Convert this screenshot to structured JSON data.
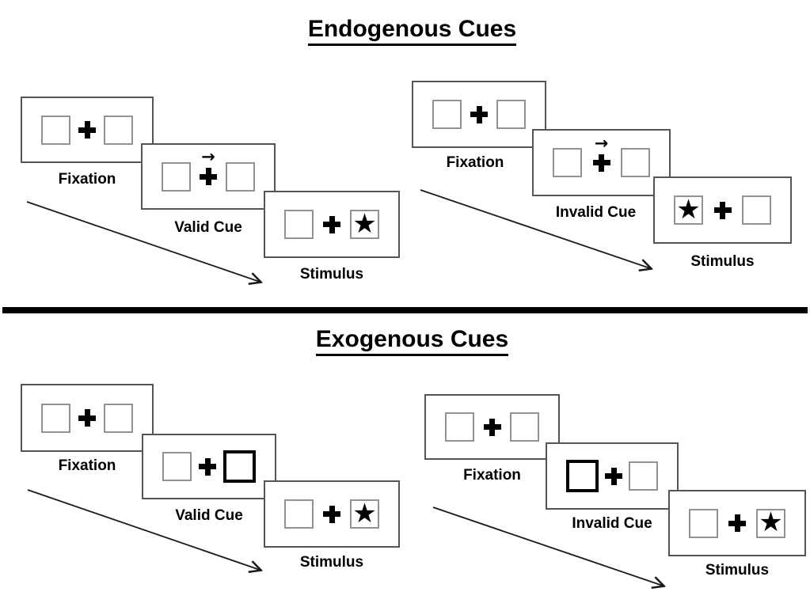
{
  "titles": {
    "endogenous": "Endogenous Cues",
    "exogenous": "Exogenous Cues"
  },
  "labels": {
    "fixation": "Fixation",
    "valid_cue": "Valid Cue",
    "invalid_cue": "Invalid Cue",
    "stimulus": "Stimulus"
  },
  "symbols": {
    "plus": "✚",
    "star": "★",
    "cue_arrow": "→"
  },
  "colors": {
    "background": "#ffffff",
    "panel_border": "#555555",
    "box_border": "#929292",
    "cue_highlight_border": "#000000",
    "divider": "#000000",
    "text": "#000000"
  },
  "groups": [
    {
      "section": "Endogenous Cues",
      "trial": "Valid Cue",
      "frames": [
        "Fixation",
        "Valid Cue",
        "Stimulus"
      ],
      "cue": "central arrow pointing right above fixation cross",
      "stimulus_location": "right box"
    },
    {
      "section": "Endogenous Cues",
      "trial": "Invalid Cue",
      "frames": [
        "Fixation",
        "Invalid Cue",
        "Stimulus"
      ],
      "cue": "central arrow pointing right above fixation cross",
      "stimulus_location": "left box"
    },
    {
      "section": "Exogenous Cues",
      "trial": "Valid Cue",
      "frames": [
        "Fixation",
        "Valid Cue",
        "Stimulus"
      ],
      "cue": "right box highlighted with thick black border",
      "stimulus_location": "right box"
    },
    {
      "section": "Exogenous Cues",
      "trial": "Invalid Cue",
      "frames": [
        "Fixation",
        "Invalid Cue",
        "Stimulus"
      ],
      "cue": "left box highlighted with thick black border",
      "stimulus_location": "right box"
    }
  ]
}
